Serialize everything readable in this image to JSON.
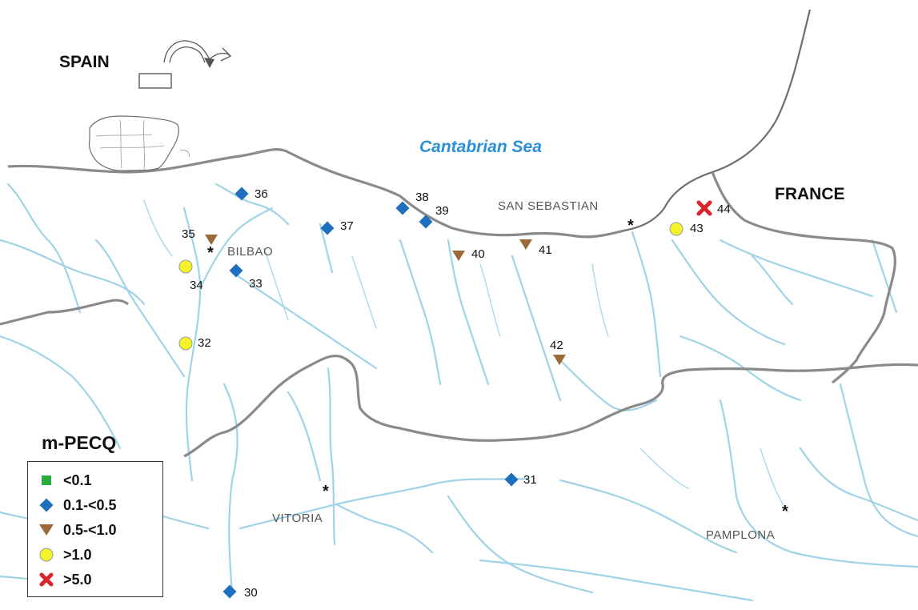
{
  "labels": {
    "spain": "SPAIN",
    "france": "FRANCE",
    "sea": "Cantabrian Sea"
  },
  "cities": [
    {
      "name": "BILBAO"
    },
    {
      "name": "SAN SEBASTIAN"
    },
    {
      "name": "VITORIA"
    },
    {
      "name": "PAMPLONA"
    }
  ],
  "legend": {
    "title": "m-PECQ",
    "items": [
      {
        "symbol": "square",
        "color": "#2eaa3f",
        "label": "<0.1"
      },
      {
        "symbol": "diamond",
        "color": "#1f6fbf",
        "label": "0.1-<0.5"
      },
      {
        "symbol": "triangle-down",
        "color": "#9b6a38",
        "label": "0.5-<1.0"
      },
      {
        "symbol": "circle",
        "color": "#f3f32a",
        "label": ">1.0"
      },
      {
        "symbol": "cross",
        "color": "#d9262e",
        "label": ">5.0"
      }
    ]
  },
  "sites": [
    {
      "id": "30",
      "category": "0.1-<0.5"
    },
    {
      "id": "31",
      "category": "0.1-<0.5"
    },
    {
      "id": "32",
      "category": ">1.0"
    },
    {
      "id": "33",
      "category": "0.1-<0.5"
    },
    {
      "id": "34",
      "category": ">1.0"
    },
    {
      "id": "35",
      "category": "0.5-<1.0"
    },
    {
      "id": "36",
      "category": "0.1-<0.5"
    },
    {
      "id": "37",
      "category": "0.1-<0.5"
    },
    {
      "id": "38",
      "category": "0.1-<0.5"
    },
    {
      "id": "39",
      "category": "0.1-<0.5"
    },
    {
      "id": "40",
      "category": "0.5-<1.0"
    },
    {
      "id": "41",
      "category": "0.5-<1.0"
    },
    {
      "id": "42",
      "category": "0.5-<1.0"
    },
    {
      "id": "43",
      "category": ">1.0"
    },
    {
      "id": "44",
      "category": ">5.0"
    }
  ],
  "colors": {
    "sea_label": "#2b8fd6",
    "river": "#9fd3e6",
    "border": "#8a8a8a"
  }
}
